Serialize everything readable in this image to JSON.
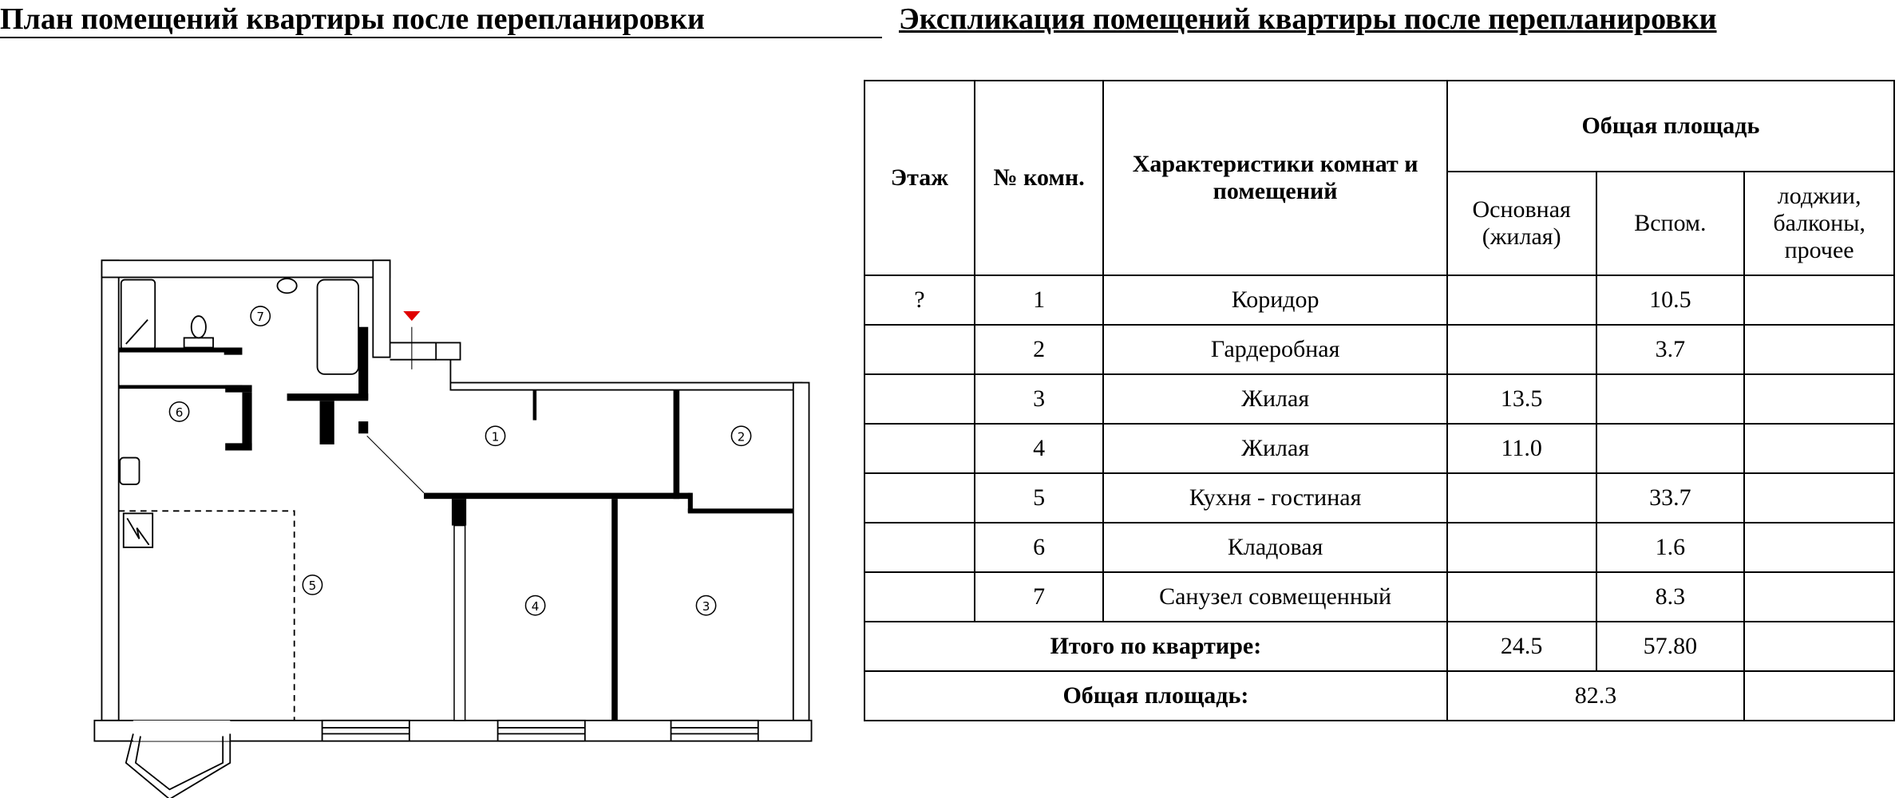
{
  "left_title": "План помещений квартиры после перепланировки",
  "right_title": "Экспликация помещений квартиры после перепланировки",
  "plan": {
    "room_labels": [
      "1",
      "2",
      "3",
      "4",
      "5",
      "6",
      "7"
    ],
    "marker_color": "#e00000"
  },
  "table": {
    "headers": {
      "floor": "Этаж",
      "room_no": "№ комн.",
      "characteristics": "Характеристики комнат и помещений",
      "total_area": "Общая площадь",
      "main": "Основная (жилая)",
      "aux": "Вспом.",
      "other": "лоджии, балконы, прочее"
    },
    "rows": [
      {
        "floor": "?",
        "no": "1",
        "name": "Коридор",
        "main": "",
        "aux": "10.5",
        "other": ""
      },
      {
        "floor": "",
        "no": "2",
        "name": "Гардеробная",
        "main": "",
        "aux": "3.7",
        "other": ""
      },
      {
        "floor": "",
        "no": "3",
        "name": "Жилая",
        "main": "13.5",
        "aux": "",
        "other": ""
      },
      {
        "floor": "",
        "no": "4",
        "name": "Жилая",
        "main": "11.0",
        "aux": "",
        "other": ""
      },
      {
        "floor": "",
        "no": "5",
        "name": "Кухня - гостиная",
        "main": "",
        "aux": "33.7",
        "other": ""
      },
      {
        "floor": "",
        "no": "6",
        "name": "Кладовая",
        "main": "",
        "aux": "1.6",
        "other": ""
      },
      {
        "floor": "",
        "no": "7",
        "name": "Санузел совмещенный",
        "main": "",
        "aux": "8.3",
        "other": ""
      }
    ],
    "total_label": "Итого по квартире:",
    "total_main": "24.5",
    "total_aux": "57.80",
    "area_label": "Общая площадь:",
    "area_value": "82.3"
  }
}
